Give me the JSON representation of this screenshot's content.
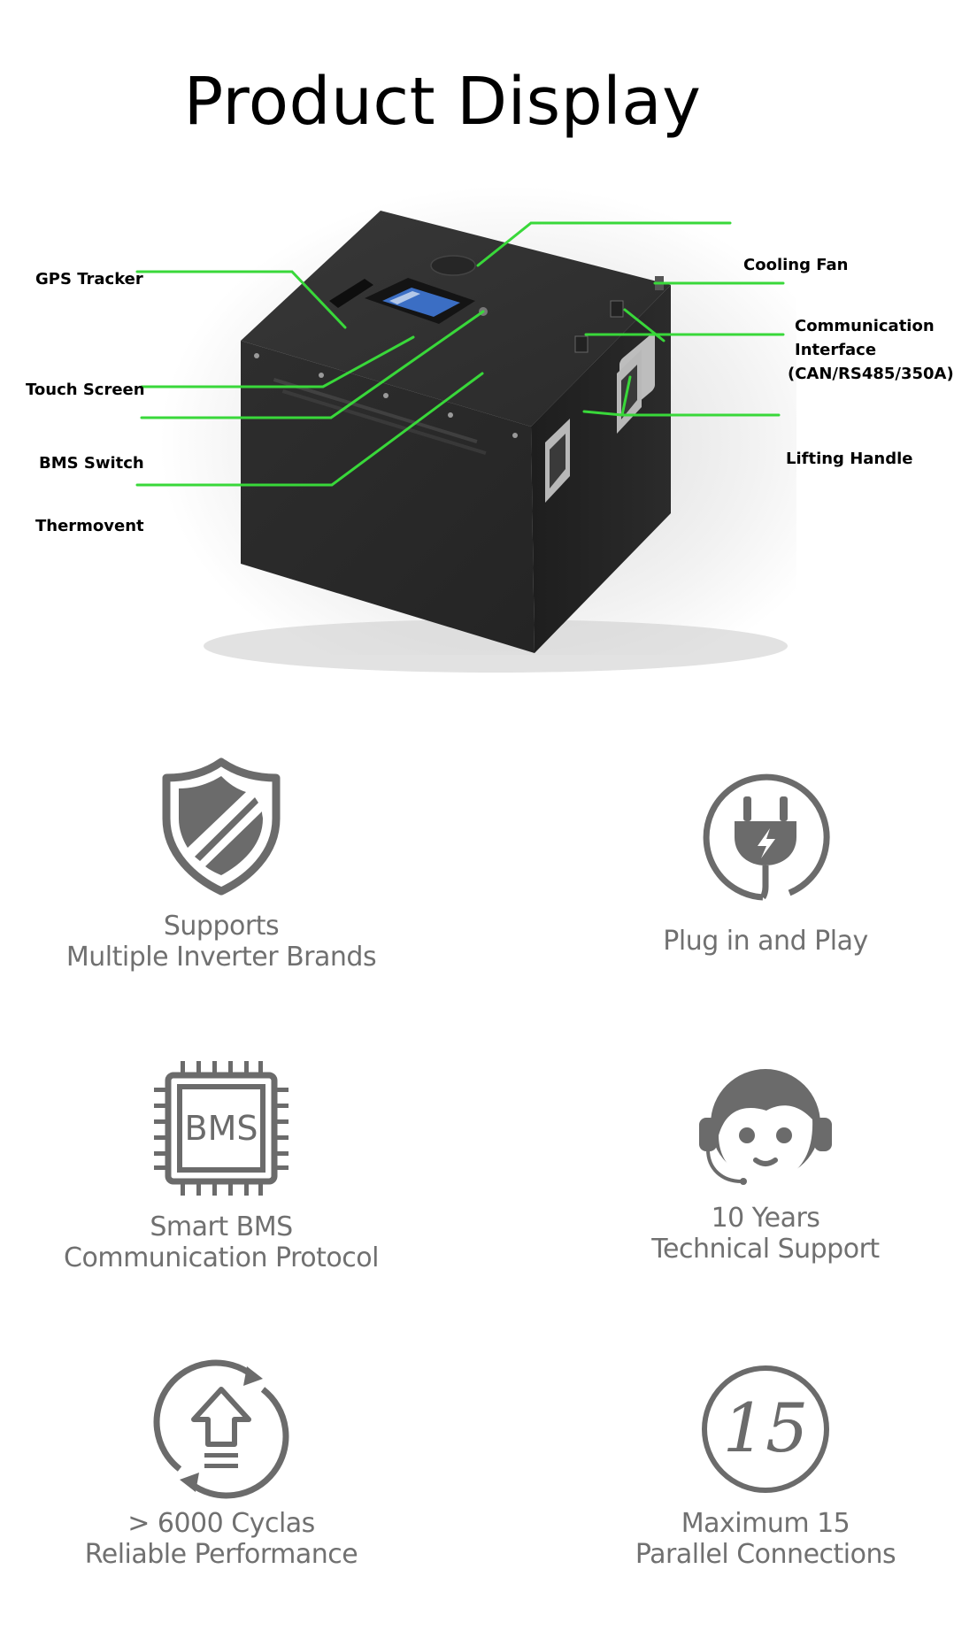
{
  "title": "Product Display",
  "callouts": {
    "gps_tracker": "GPS Tracker",
    "touch_screen": "Touch Screen",
    "bms_switch": "BMS Switch",
    "thermovent": "Thermovent",
    "cooling_fan": "Cooling Fan",
    "comm_line1": "Communication",
    "comm_line2": "Interface",
    "comm_line3": "(CAN/RS485/350A)",
    "lifting_handle": "Lifting Handle"
  },
  "features": [
    {
      "line1": "Supports",
      "line2": "Multiple Inverter Brands",
      "icon": "shield-icon"
    },
    {
      "line1": "Plug in and Play",
      "line2": "",
      "icon": "plug-icon"
    },
    {
      "line1": "Smart BMS",
      "line2": "Communication Protocol",
      "icon": "bms-chip-icon"
    },
    {
      "line1": "10 Years",
      "line2": "Technical Support",
      "icon": "support-headset-icon"
    },
    {
      "line1": "> 6000 Cyclas",
      "line2": "Reliable Performance",
      "icon": "cycle-upload-icon"
    },
    {
      "line1": "Maximum 15",
      "line2": "Parallel Connections",
      "icon": "number-15-icon"
    }
  ],
  "icons": {
    "bms_label": "BMS",
    "number_15": "15"
  },
  "colors": {
    "callout_line": "#39d83a",
    "icon_gray": "#6b6b6b",
    "feature_text": "#707070",
    "battery_body": "#2a2a2a"
  }
}
